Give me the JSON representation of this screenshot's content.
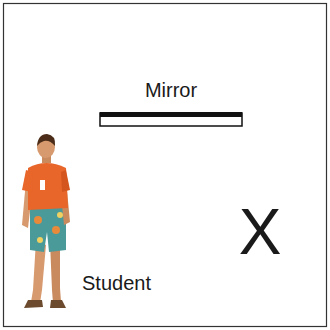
{
  "diagram": {
    "labels": [
      "Mirror",
      "Student",
      "X"
    ]
  }
}
